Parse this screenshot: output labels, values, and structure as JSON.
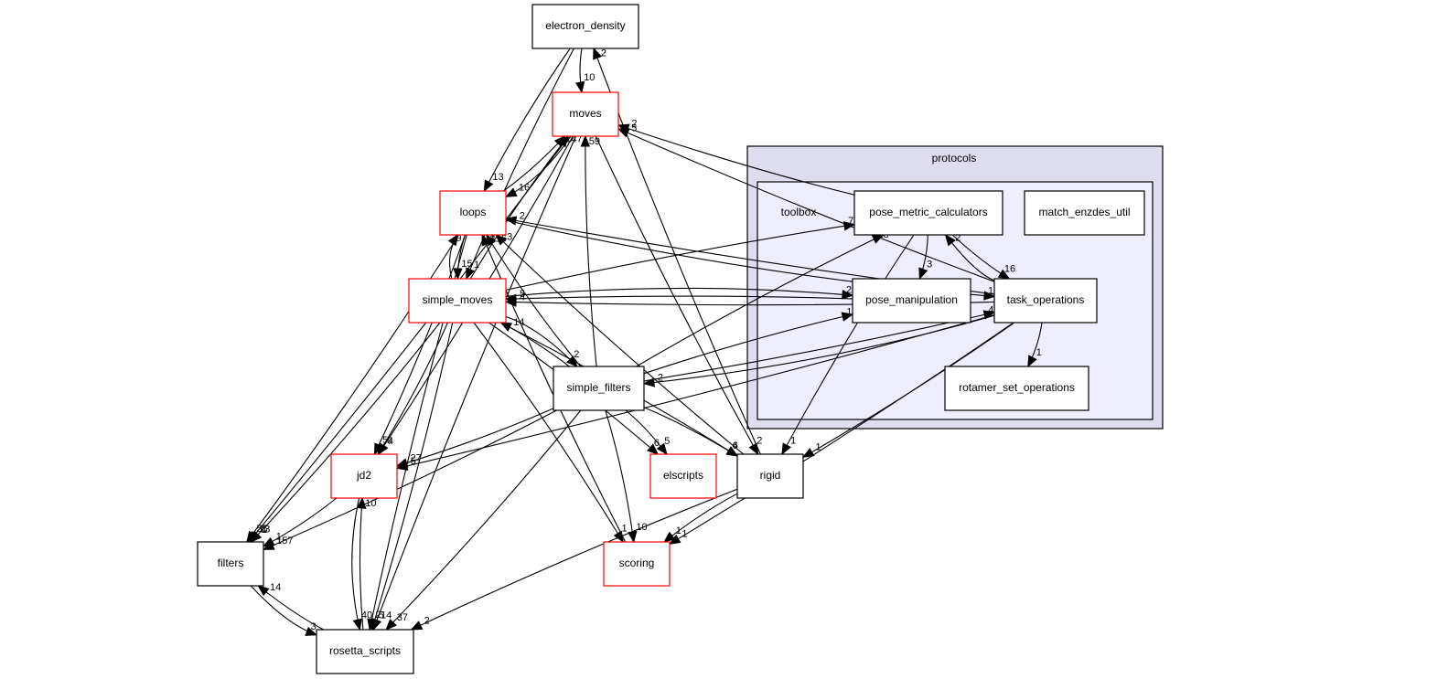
{
  "diagram": {
    "type": "directory-dependency-graph",
    "clusters": {
      "protocols": "protocols",
      "toolbox": "toolbox"
    },
    "colors": {
      "red_border": "#ff0000",
      "black_border": "#000000",
      "cluster_outer_fill": "#ddddee",
      "cluster_inner_fill": "#eeeeff"
    },
    "nodes": [
      {
        "id": "electron_density",
        "label": "electron_density",
        "border": "black"
      },
      {
        "id": "moves",
        "label": "moves",
        "border": "red"
      },
      {
        "id": "loops",
        "label": "loops",
        "border": "red"
      },
      {
        "id": "simple_moves",
        "label": "simple_moves",
        "border": "red"
      },
      {
        "id": "simple_filters",
        "label": "simple_filters",
        "border": "black"
      },
      {
        "id": "jd2",
        "label": "jd2",
        "border": "red"
      },
      {
        "id": "elscripts",
        "label": "elscripts",
        "border": "red"
      },
      {
        "id": "rigid",
        "label": "rigid",
        "border": "black"
      },
      {
        "id": "scoring",
        "label": "scoring",
        "border": "red"
      },
      {
        "id": "filters",
        "label": "filters",
        "border": "black"
      },
      {
        "id": "rosetta_scripts",
        "label": "rosetta_scripts",
        "border": "black"
      },
      {
        "id": "pose_metric_calculators",
        "label": "pose_metric_calculators",
        "border": "black"
      },
      {
        "id": "match_enzdes_util",
        "label": "match_enzdes_util",
        "border": "black"
      },
      {
        "id": "pose_manipulation",
        "label": "pose_manipulation",
        "border": "black"
      },
      {
        "id": "task_operations",
        "label": "task_operations",
        "border": "black"
      },
      {
        "id": "rotamer_set_operations",
        "label": "rotamer_set_operations",
        "border": "black"
      }
    ],
    "edges": [
      {
        "from": "electron_density",
        "to": "moves",
        "label": "10"
      },
      {
        "from": "electron_density",
        "to": "loops",
        "label": "13"
      },
      {
        "from": "electron_density",
        "to": "simple_moves",
        "label": "1"
      },
      {
        "from": "rigid",
        "to": "electron_density",
        "label": "2"
      },
      {
        "from": "loops",
        "to": "moves",
        "label": "60"
      },
      {
        "from": "simple_moves",
        "to": "moves",
        "label": "247"
      },
      {
        "from": "simple_filters",
        "to": "moves",
        "label": "59"
      },
      {
        "from": "moves",
        "to": "loops",
        "label": "16"
      },
      {
        "from": "task_operations",
        "to": "moves",
        "label": "5"
      },
      {
        "from": "pose_metric_calculators",
        "to": "moves",
        "label": "2"
      },
      {
        "from": "loops",
        "to": "simple_moves",
        "label": "15"
      },
      {
        "from": "simple_moves",
        "to": "loops",
        "label": "9"
      },
      {
        "from": "simple_filters",
        "to": "loops",
        "label": "16"
      },
      {
        "from": "rigid",
        "to": "loops",
        "label": "3"
      },
      {
        "from": "scoring",
        "to": "loops",
        "label": "3"
      },
      {
        "from": "task_operations",
        "to": "loops",
        "label": "2"
      },
      {
        "from": "pose_manipulation",
        "to": "simple_moves",
        "label": "5"
      },
      {
        "from": "task_operations",
        "to": "simple_moves",
        "label": "4"
      },
      {
        "from": "simple_filters",
        "to": "simple_moves",
        "label": "14"
      },
      {
        "from": "simple_moves",
        "to": "simple_filters",
        "label": "2"
      },
      {
        "from": "simple_moves",
        "to": "pose_manipulation",
        "label": "2"
      },
      {
        "from": "simple_moves",
        "to": "pose_metric_calculators",
        "label": "7"
      },
      {
        "from": "simple_filters",
        "to": "pose_metric_calculators",
        "label": "18"
      },
      {
        "from": "pose_metric_calculators",
        "to": "pose_manipulation",
        "label": "3"
      },
      {
        "from": "pose_metric_calculators",
        "to": "task_operations",
        "label": "16"
      },
      {
        "from": "task_operations",
        "to": "pose_metric_calculators",
        "label": "2"
      },
      {
        "from": "loops",
        "to": "task_operations",
        "label": "1"
      },
      {
        "from": "simple_filters",
        "to": "pose_manipulation",
        "label": "1"
      },
      {
        "from": "simple_filters",
        "to": "task_operations",
        "label": "4"
      },
      {
        "from": "task_operations",
        "to": "simple_filters",
        "label": "2"
      },
      {
        "from": "task_operations",
        "to": "rotamer_set_operations",
        "label": "1"
      },
      {
        "from": "pose_metric_calculators",
        "to": "rigid",
        "label": "1"
      },
      {
        "from": "simple_moves",
        "to": "jd2",
        "label": "9"
      },
      {
        "from": "simple_filters",
        "to": "jd2",
        "label": "27"
      },
      {
        "from": "task_operations",
        "to": "jd2",
        "label": "5"
      },
      {
        "from": "moves",
        "to": "jd2",
        "label": "4"
      },
      {
        "from": "loops",
        "to": "jd2",
        "label": "5"
      },
      {
        "from": "rosetta_scripts",
        "to": "jd2",
        "label": "10"
      },
      {
        "from": "simple_filters",
        "to": "elscripts",
        "label": "5"
      },
      {
        "from": "simple_moves",
        "to": "elscripts",
        "label": "6"
      },
      {
        "from": "simple_moves",
        "to": "rigid",
        "label": "6"
      },
      {
        "from": "simple_filters",
        "to": "rigid",
        "label": "4"
      },
      {
        "from": "task_operations",
        "to": "rigid",
        "label": "1"
      },
      {
        "from": "moves",
        "to": "rigid",
        "label": "2"
      },
      {
        "from": "simple_filters",
        "to": "scoring",
        "label": "10"
      },
      {
        "from": "simple_moves",
        "to": "scoring",
        "label": "1"
      },
      {
        "from": "rigid",
        "to": "scoring",
        "label": "1"
      },
      {
        "from": "task_operations",
        "to": "scoring",
        "label": "1"
      },
      {
        "from": "simple_moves",
        "to": "filters",
        "label": "1"
      },
      {
        "from": "loops",
        "to": "filters",
        "label": "55"
      },
      {
        "from": "jd2",
        "to": "filters",
        "label": "1"
      },
      {
        "from": "simple_filters",
        "to": "filters",
        "label": "157"
      },
      {
        "from": "moves",
        "to": "filters",
        "label": "13"
      },
      {
        "from": "rosetta_scripts",
        "to": "filters",
        "label": "14"
      },
      {
        "from": "filters",
        "to": "rosetta_scripts",
        "label": "3"
      },
      {
        "from": "jd2",
        "to": "rosetta_scripts",
        "label": "40"
      },
      {
        "from": "simple_moves",
        "to": "rosetta_scripts",
        "label": "5"
      },
      {
        "from": "simple_filters",
        "to": "rosetta_scripts",
        "label": "37"
      },
      {
        "from": "loops",
        "to": "rosetta_scripts",
        "label": "2"
      },
      {
        "from": "moves",
        "to": "rosetta_scripts",
        "label": "14"
      },
      {
        "from": "rigid",
        "to": "rosetta_scripts",
        "label": "2"
      }
    ]
  }
}
